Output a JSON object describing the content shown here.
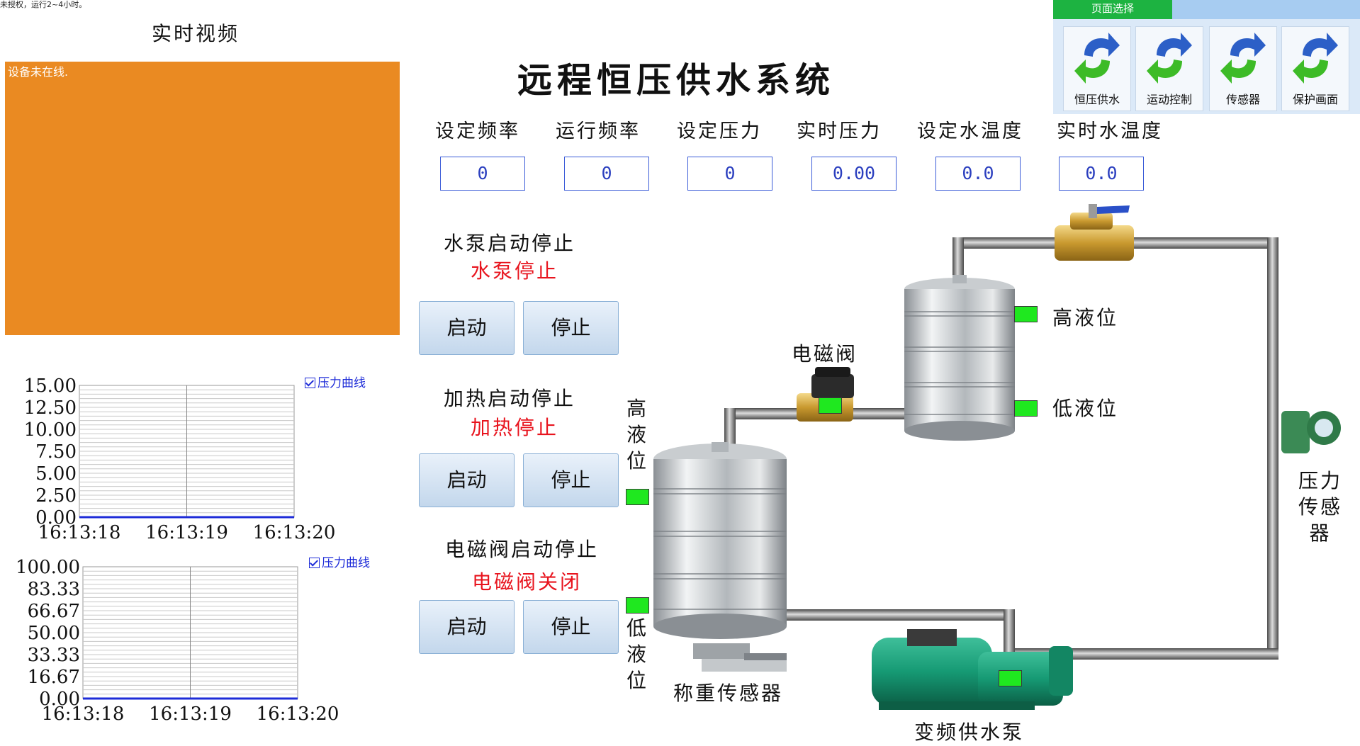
{
  "top_note": "未授权，运行2~4小时。",
  "video": {
    "title": "实时视频",
    "status": "设备未在线."
  },
  "title": "远程恒压供水系统",
  "params": [
    {
      "label": "设定频率",
      "value": "0"
    },
    {
      "label": "运行频率",
      "value": "0"
    },
    {
      "label": "设定压力",
      "value": "0"
    },
    {
      "label": "实时压力",
      "value": "0.00"
    },
    {
      "label": "设定水温度",
      "value": "0.0"
    },
    {
      "label": "实时水温度",
      "value": "0.0"
    }
  ],
  "controls": [
    {
      "label": "水泵启动停止",
      "status": "水泵停止",
      "start": "启动",
      "stop": "停止"
    },
    {
      "label": "加热启动停止",
      "status": "加热停止",
      "start": "启动",
      "stop": "停止"
    },
    {
      "label": "电磁阀启动停止",
      "status": "电磁阀关闭",
      "start": "启动",
      "stop": "停止"
    }
  ],
  "nav": {
    "tab": "页面选择",
    "buttons": [
      {
        "label": "恒压供水"
      },
      {
        "label": "运动控制"
      },
      {
        "label": "传感器"
      },
      {
        "label": "保护画面"
      }
    ]
  },
  "diagram": {
    "valve": "电磁阀",
    "high_level": "高液位",
    "low_level": "低液位",
    "tank_high": "高液位",
    "tank_low": "低液位",
    "pressure_sensor": "压力传感器",
    "weight_sensor": "称重传感器",
    "pump": "变频供水泵"
  },
  "colors": {
    "indicator_on": "#1fe81f",
    "status_red": "#e8141e",
    "video_bg": "#ea8a22",
    "series": "#1e2cd8"
  },
  "chart_data": [
    {
      "type": "line",
      "legend": "压力曲线",
      "x": [
        "16:13:18",
        "16:13:19",
        "16:13:20"
      ],
      "y_ticks": [
        "15.00",
        "12.50",
        "10.00",
        "7.50",
        "5.00",
        "2.50",
        "0.00"
      ],
      "ylim": [
        0,
        15
      ],
      "series": [
        {
          "name": "压力曲线",
          "values": [
            0,
            0,
            0
          ]
        }
      ]
    },
    {
      "type": "line",
      "legend": "压力曲线",
      "x": [
        "16:13:18",
        "16:13:19",
        "16:13:20"
      ],
      "y_ticks": [
        "100.00",
        "83.33",
        "66.67",
        "50.00",
        "33.33",
        "16.67",
        "0.00"
      ],
      "ylim": [
        0,
        100
      ],
      "series": [
        {
          "name": "压力曲线",
          "values": [
            0,
            0,
            0
          ]
        }
      ]
    }
  ]
}
